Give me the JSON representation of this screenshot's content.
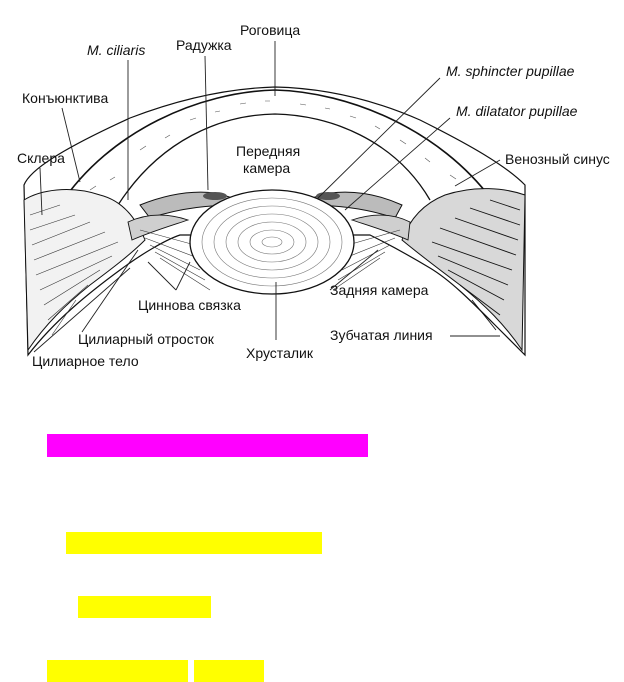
{
  "diagram": {
    "labels": {
      "m_ciliaris": "M. ciliaris",
      "raduzhka": "Радужка",
      "rogovitsa": "Роговица",
      "m_sphincter": "M. sphincter pupillae",
      "konyunktiva": "Конъюнктива",
      "m_dilatator": "M. dilatator pupillae",
      "sklera": "Склера",
      "perednyaya_1": "Передняя",
      "perednyaya_2": "камера",
      "venozny_sinus": "Венозный синус",
      "zadnyaya_kamera": "Задняя камера",
      "tsinnova_svyazka": "Циннова связка",
      "tsiliarny_otrostok": "Цилиарный отросток",
      "zubchataya_liniya": "Зубчатая линия",
      "khrustalik": "Хрусталик",
      "tsiliarnoe_telo": "Цилиарное тело"
    }
  },
  "highlight_bars": {
    "colors": {
      "magenta": "#ff00ff",
      "yellow": "#ffff00"
    }
  }
}
